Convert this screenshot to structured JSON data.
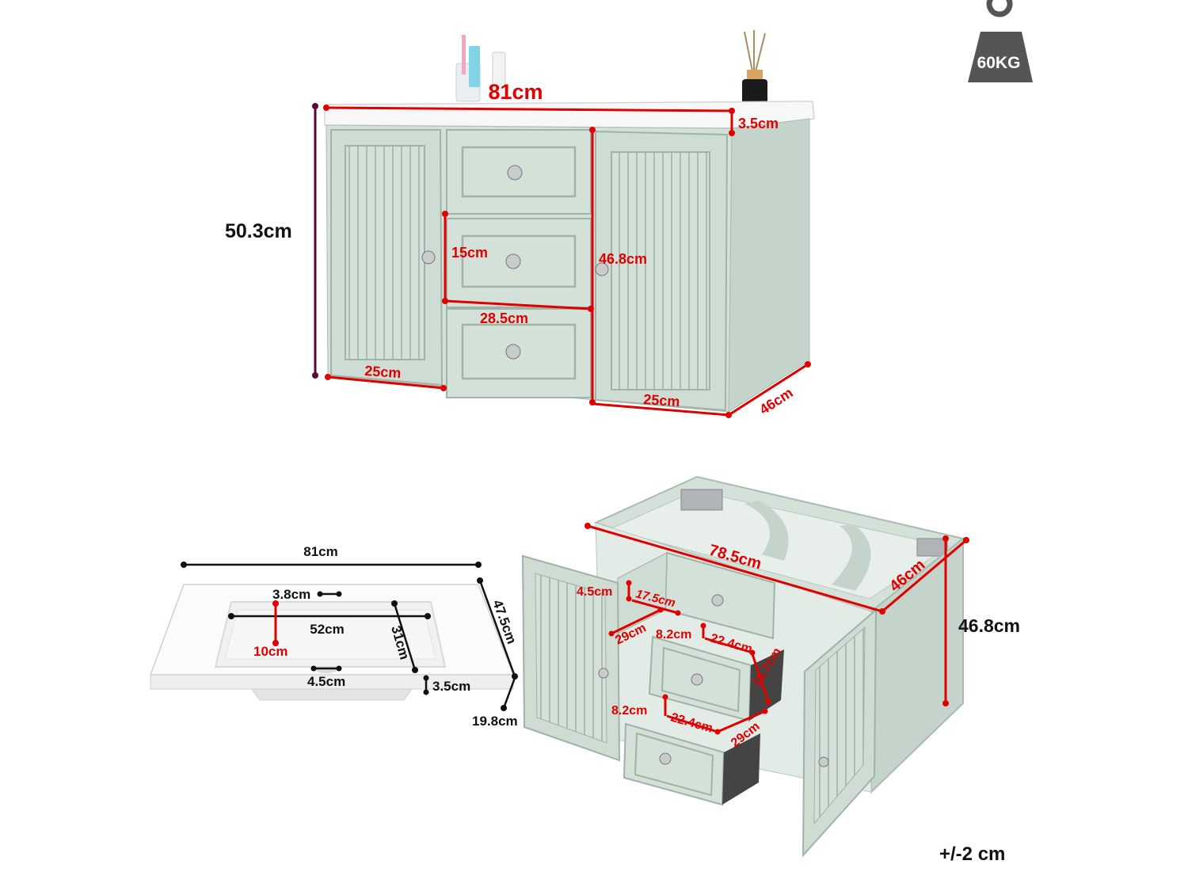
{
  "weight_badge": {
    "text": "60KG",
    "color": "#555555"
  },
  "front_view": {
    "width": "81cm",
    "top_thickness": "3.5cm",
    "height": "50.3cm",
    "drawer_height": "15cm",
    "drawer_width": "28.5cm",
    "body_height": "46.8cm",
    "left_door_width": "25cm",
    "right_door_width": "25cm",
    "depth": "46cm"
  },
  "sink_view": {
    "width": "81cm",
    "tap_hole": "3.8cm",
    "basin_width": "52cm",
    "basin_depth_offset": "10cm",
    "basin_length": "31cm",
    "depth": "47.5cm",
    "drain": "4.5cm",
    "rim": "3.5cm",
    "bowl_height": "19.8cm"
  },
  "open_view": {
    "inner_width": "78.5cm",
    "depth": "46cm",
    "height": "46.8cm",
    "drawer1_offset": "4.5cm",
    "drawer1_width": "17.5cm",
    "drawer1_depth": "29cm",
    "drawer2_height": "8.2cm",
    "drawer2_width": "22.4cm",
    "drawer2_front": "15.7cm",
    "drawer3_height": "8.2cm",
    "drawer3_width": "22.4cm",
    "drawer3_depth": "29cm"
  },
  "tolerance": "+/-2 cm",
  "colors": {
    "cabinet": "#d3e1d9",
    "cabinet_dark": "#b7c8be",
    "dimension_red": "#e00000",
    "line_black": "#111111"
  }
}
